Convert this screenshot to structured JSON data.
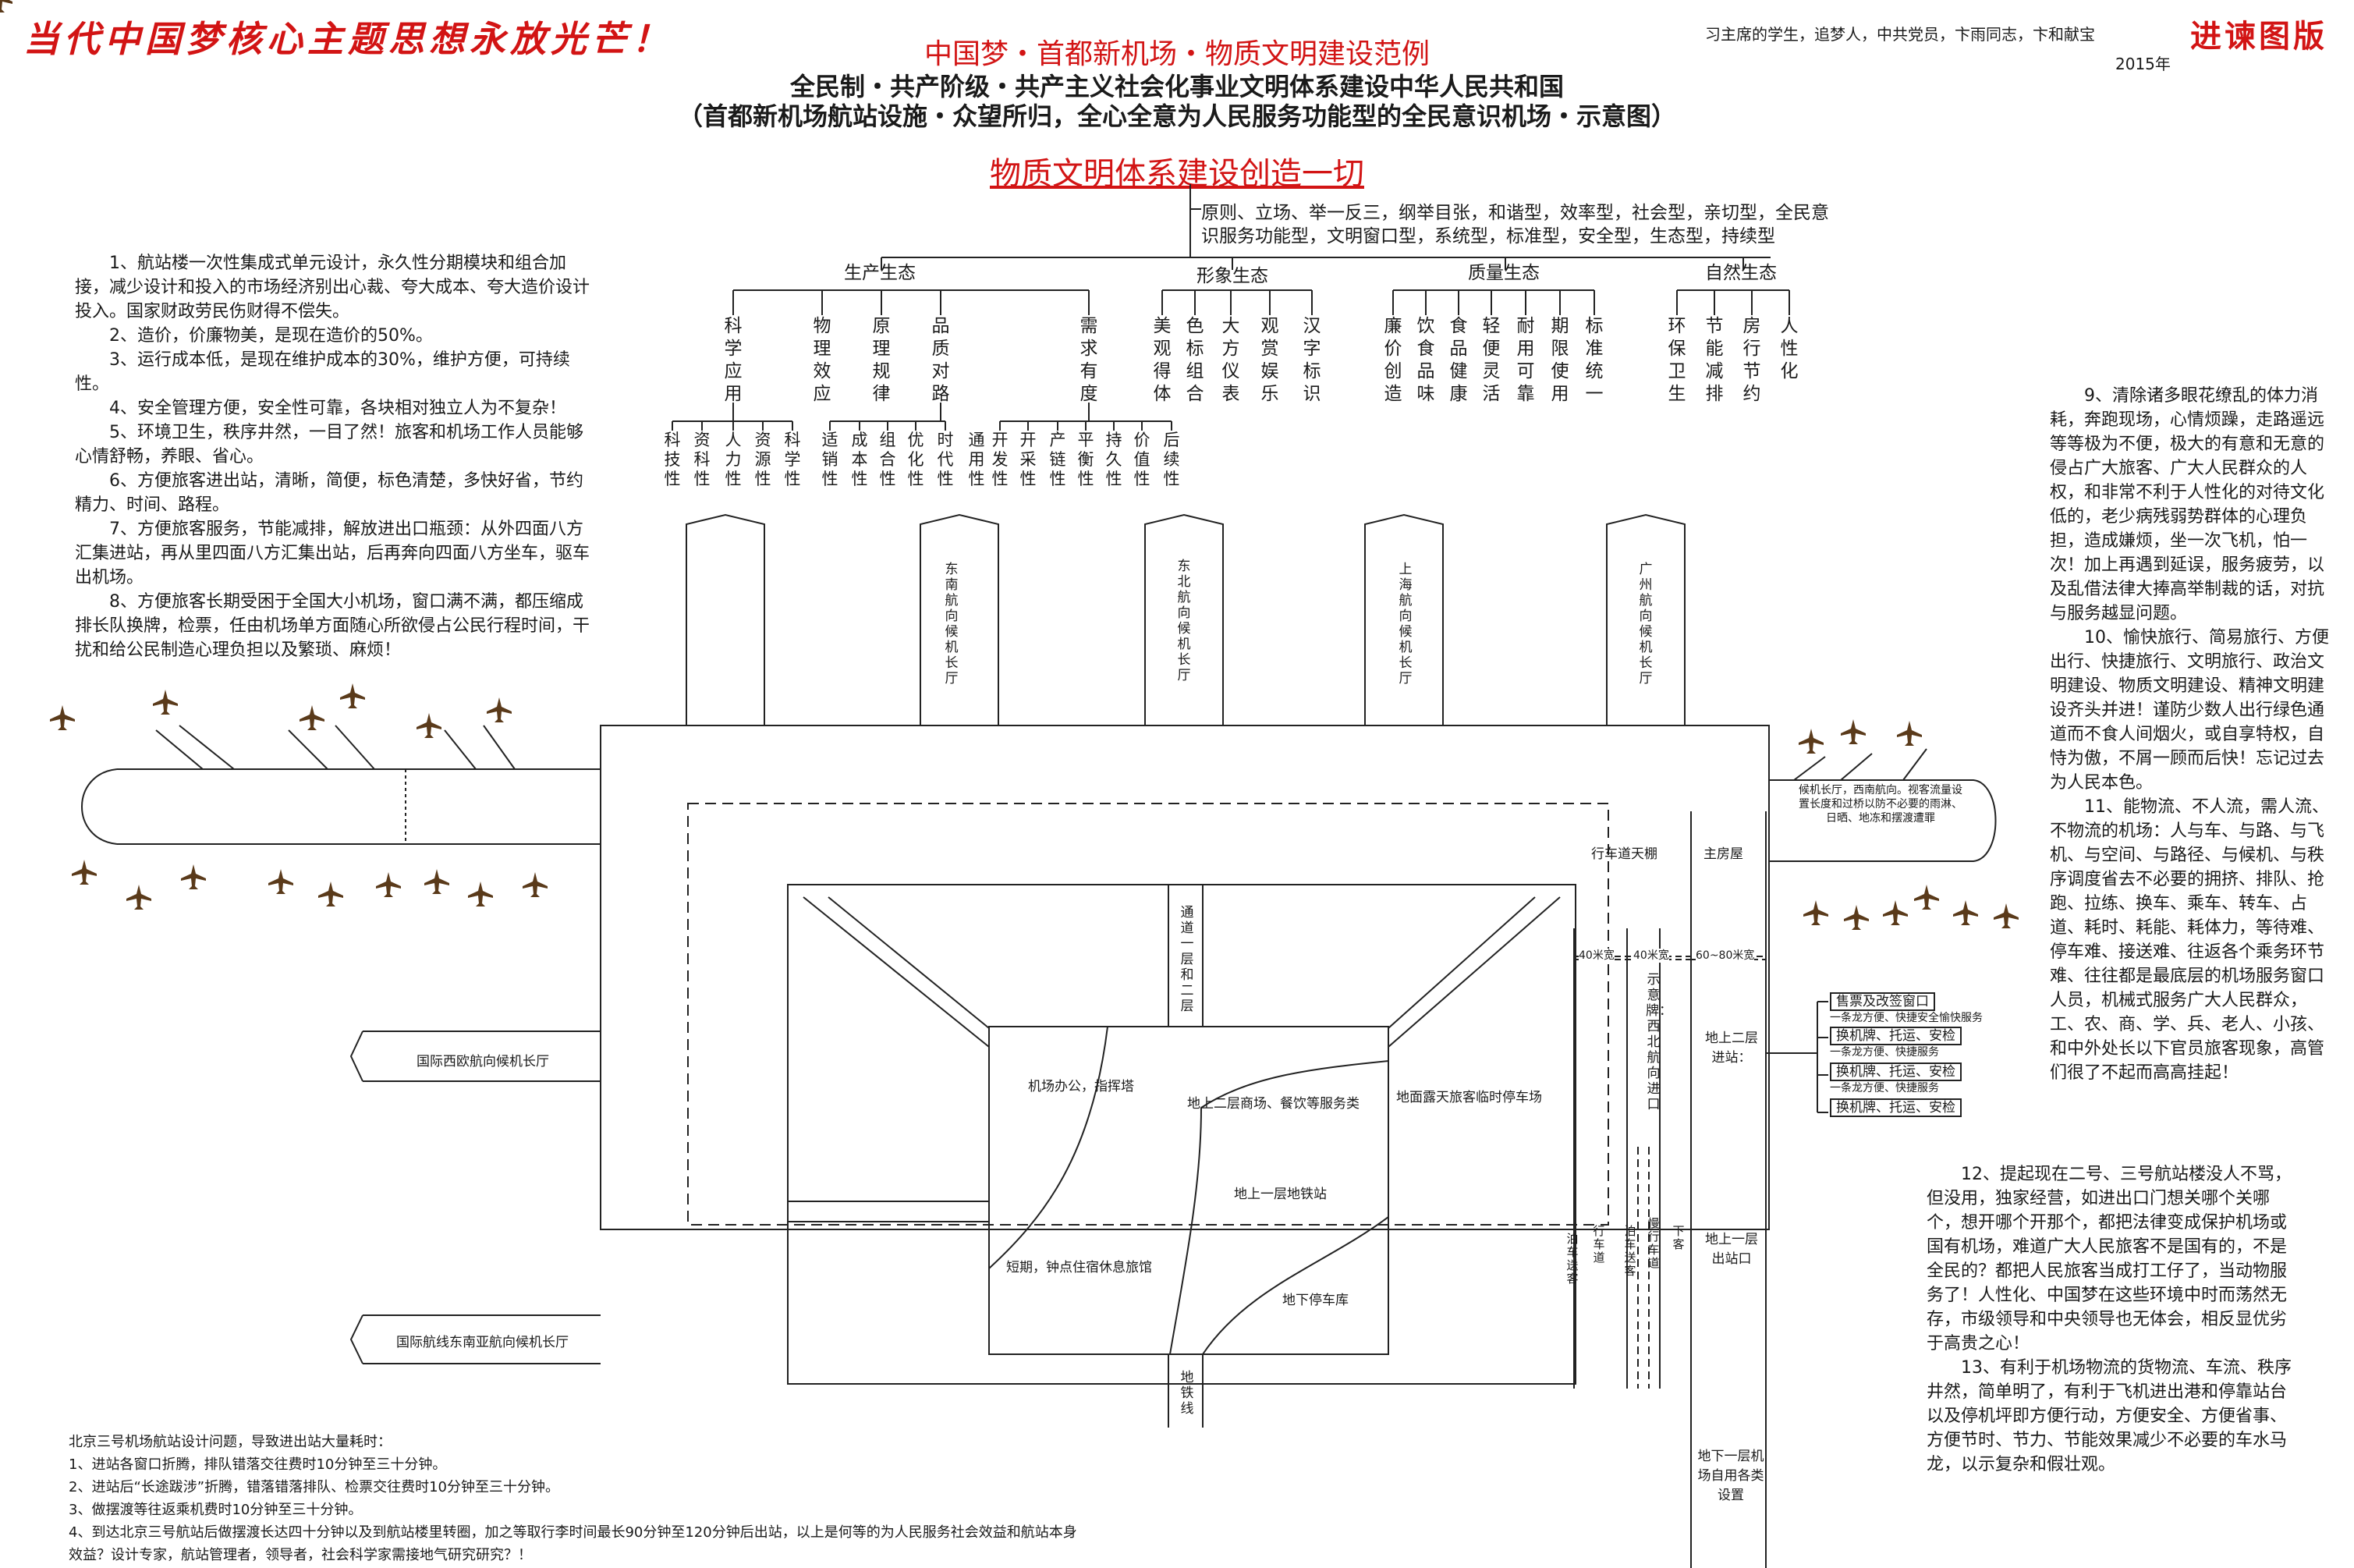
{
  "header": {
    "slogan": "当代中国梦核心主题思想永放光芒！",
    "title1": "中国梦・首都新机场・物质文明建设范例",
    "title2": "全民制・共产阶级・共产主义社会化事业文明体系建设中华人民共和国",
    "title3": "（首都新机场航站设施・众望所归，全心全意为人民服务功能型的全民意识机场・示意图）",
    "title4": "物质文明体系建设创造一切",
    "author": "习主席的学生，追梦人，中共党员，卞雨同志，卞和献宝",
    "year": "2015年",
    "badge": "进谏图版"
  },
  "tree": {
    "principles": "原则、立场、举一反三，纲举目张，和谐型，效率型，社会型，亲切型，全民意识服务功能型，文明窗口型，系统型，标准型，安全型，生态型，持续型",
    "categories": [
      "生产生态",
      "形象生态",
      "质量生态",
      "自然生态"
    ],
    "production": [
      "科学应用",
      "物理效应",
      "原理规律",
      "品质对路",
      "需求有度"
    ],
    "production_sub": [
      "科技性",
      "资科性",
      "人力性",
      "资源性",
      "科学性",
      "适销性",
      "成本性",
      "组合性",
      "优化性",
      "时代性",
      "通用性",
      "开发性",
      "开采性",
      "产链性",
      "平衡性",
      "持久性",
      "价值性",
      "后续性"
    ],
    "image": [
      "美观得体",
      "色标组合",
      "大方仪表",
      "观赏娱乐",
      "汉字标识"
    ],
    "quality": [
      "廉价创造",
      "饮食品味",
      "食品健康",
      "轻便灵活",
      "耐用可靠",
      "期限使用",
      "标准统一"
    ],
    "nature": [
      "环保卫生",
      "节能减排",
      "房行节约",
      "人性化"
    ]
  },
  "left_notes": [
    "1、航站楼一次性集成式单元设计，永久性分期模块和组合加接，减少设计和投入的市场经济别出心裁、夸大成本、夸大造价设计投入。国家财政劳民伤财得不偿失。",
    "2、造价，价廉物美，是现在造价的50%。",
    "3、运行成本低，是现在维护成本的30%，维护方便，可持续性。",
    "4、安全管理方便，安全性可靠，各块相对独立人为不复杂！",
    "5、环境卫生，秩序井然，一目了然！旅客和机场工作人员能够心情舒畅，养眼、省心。",
    "6、方便旅客进出站，清晰，简便，标色清楚，多快好省，节约精力、时间、路程。",
    "7、方便旅客服务，节能减排，解放进出口瓶颈：从外四面八方汇集进站，再从里四面八方汇集出站，后再奔向四面八方坐车，驱车出机场。",
    "8、方便旅客长期受困于全国大小机场，窗口满不满，都压缩成排长队换牌，检票，任由机场单方面随心所欲侵占公民行程时间，干扰和给公民制造心理负担以及繁琐、麻烦！"
  ],
  "right_notes_top": [
    "9、清除诸多眼花缭乱的体力消耗，奔跑现场，心情烦躁，走路遥远等等极为不便，极大的有意和无意的侵占广大旅客、广大人民群众的人权，和非常不利于人性化的对待文化低的，老少病残弱势群体的心理负担，造成嫌烦，坐一次飞机，怕一次！加上再遇到延误，服务疲劳，以及乱借法律大捧高举制裁的话，对抗与服务越显问题。",
    "10、愉快旅行、简易旅行、方便出行、快捷旅行、文明旅行、政治文明建设、物质文明建设、精神文明建设齐头并进！谨防少数人出行绿色通道而不食人间烟火，或自享特权，自恃为傲，不屑一顾而后快！忘记过去为人民本色。",
    "11、能物流、不人流，需人流、不物流的机场：人与车、与路、与飞机、与空间、与路径、与候机、与秩序调度省去不必要的拥挤、排队、抢跑、拉练、换车、乘车、转车、占道、耗时、耗能、耗体力，等待难、停车难、接送难、往返各个乘务环节难、往往都是最底层的机场服务窗口人员，机械式服务广大人民群众，工、农、商、学、兵、老人、小孩、和中外处长以下官员旅客现象，高管们很了不起而高高挂起！"
  ],
  "right_notes_bottom": [
    "12、提起现在二号、三号航站楼没人不骂，但没用，独家经营，如进出口门想关哪个关哪个，想开哪个开那个，都把法律变成保护机场或国有机场，难道广大人民旅客不是国有的，不是全民的？都把人民旅客当成打工仔了，当动物服务了！人性化、中国梦在这些环境中时而荡然无存，市级领导和中央领导也无体会，相反显优劣于高贵之心！",
    "13、有利于机场物流的货物流、车流、秩序井然，简单明了，有利于飞机进出港和停靠站台以及停机坪即方便行动，方便安全、方便省事、方便节时、节力、节能效果减少不必要的车水马龙，以示复杂和假壮观。"
  ],
  "bottom_notes": {
    "title": "北京三号机场航站设计问题，导致进出站大量耗时：",
    "items": [
      "1、进站各窗口折腾，排队错落交往费时10分钟至三十分钟。",
      "2、进站后“长途跋涉”折腾，错落错落排队、检票交往费时10分钟至三十分钟。",
      "3、做摆渡等往返乘机费时10分钟至三十分钟。",
      "4、到达北京三号航站后做摆渡长达四十分钟以及到航站楼里转圈，加之等取行李时间最长90分钟至120分钟后出站，以上是何等的为人民服务社会效益和航站本身效益？设计专家，航站管理者，领导者，社会科学家需接地气研究研究？！"
    ]
  },
  "plan": {
    "gates_top": [
      "东南航向候机长厅",
      "东北航向候机长厅",
      "上海航向候机长厅",
      "广州航向候机长厅"
    ],
    "gate_west": "国际西欧航向候机长厅",
    "gate_sea": "国际航线东南亚航向候机长厅",
    "office": "机场办公，指挥塔",
    "shops": "地上二层商场、餐饮等服务类",
    "hotel": "短期，钟点住宿休息旅馆",
    "metro_station": "地上一层地铁站",
    "garage": "地下停车库",
    "parking": "地面露天旅客临时停车场",
    "passage": "通道一层和二层",
    "metro_line": "地铁线",
    "canopy": "行车道天棚",
    "main_house": "主房屋",
    "width_40a": "40米宽",
    "width_40b": "40米宽",
    "width_6080": "60~80米宽",
    "nw_entrance": "示意牌：西北航向进口",
    "arrive_level2": "地上二层进站：",
    "exit_level2": "地上一层出站口",
    "basement": "地下一层机场自用各类设置",
    "lanes": [
      "泊车送客",
      "行车道",
      "泊车送客",
      "慢行车道",
      "下客"
    ],
    "boxes": [
      "售票及改签窗口",
      "一条龙方便、快捷安全愉快服务",
      "换机牌、托运、安检",
      "一条龙方便、快捷服务",
      "换机牌、托运、安检",
      "一条龙方便、快捷服务",
      "换机牌、托运、安检"
    ],
    "bubble": "候机长厅，西南航向。视客流量设置长度和过桥以防不必要的雨淋、日晒、地冻和摆渡遭罪"
  }
}
